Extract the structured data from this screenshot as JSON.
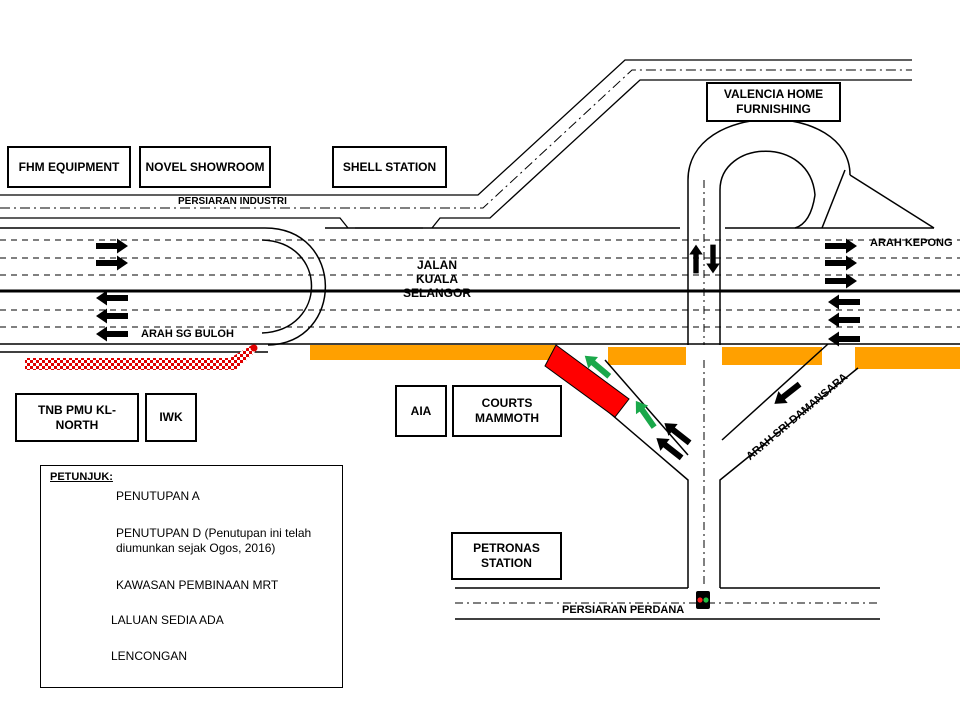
{
  "colors": {
    "closure_a": "#ff0000",
    "closure_d": "#e00000",
    "mrt_zone": "#ffa000",
    "existing_route": "#000000",
    "detour": "#1aa84a"
  },
  "buildings": {
    "fhm": "FHM EQUIPMENT",
    "novel": "NOVEL SHOWROOM",
    "shell": "SHELL STATION",
    "valencia": "VALENCIA HOME FURNISHING",
    "tnb": "TNB PMU KL-NORTH",
    "iwk": "IWK",
    "aia": "AIA",
    "courts": "COURTS MAMMOTH",
    "petronas": "PETRONAS STATION"
  },
  "roads": {
    "persiaran_industri": "PERSIARAN INDUSTRI",
    "jalan_kuala_selangor": "JALAN KUALA SELANGOR",
    "arah_kepong": "ARAH KEPONG",
    "arah_sg_buloh": "ARAH SG BULOH",
    "arah_sri_damansara": "ARAH SRI DAMANSARA",
    "persiaran_perdana": "PERSIARAN  PERDANA"
  },
  "legend": {
    "title": "PETUNJUK:",
    "items": [
      {
        "label": "PENUTUPAN A",
        "icon": "solid-red-bar"
      },
      {
        "label": "PENUTUPAN D (Penutupan ini telah diumunkan sejak Ogos, 2016)",
        "icon": "checkered-red-bar"
      },
      {
        "label": "KAWASAN PEMBINAAN MRT",
        "icon": "orange-bar"
      },
      {
        "label": "LALUAN SEDIA ADA",
        "icon": "black-arrow"
      },
      {
        "label": "LENCONGAN",
        "icon": "green-arrow"
      }
    ]
  },
  "icons": [
    "traffic-light-icon",
    "black-arrow-icon",
    "green-arrow-icon"
  ]
}
